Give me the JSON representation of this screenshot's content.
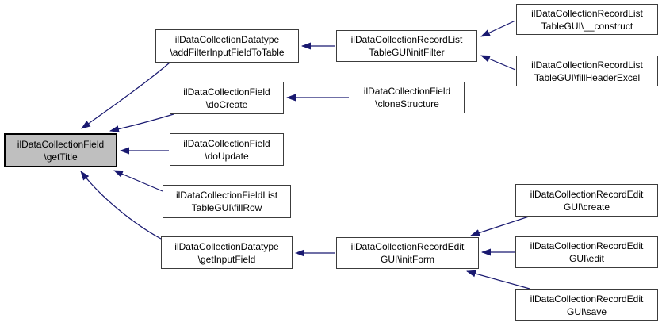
{
  "diagram": {
    "type": "call-graph",
    "description": "Caller graph for ilDataCollectionField\\getTitle",
    "colors": {
      "edge": "#191970",
      "node_border": "#3c3c3c",
      "node_fill": "#ffffff",
      "highlight_fill": "#bfbfbf",
      "highlight_border": "#000000",
      "text": "#000000",
      "background": "#ffffff"
    },
    "nodes": [
      {
        "id": "getTitle",
        "label": "ilDataCollectionField\\getTitle",
        "line1": "ilDataCollectionField",
        "line2": "\\getTitle",
        "highlighted": true
      },
      {
        "id": "addFilterInputFieldToTable",
        "label": "ilDataCollectionDatatype\\addFilterInputFieldToTable",
        "line1": "ilDataCollectionDatatype",
        "line2": "\\addFilterInputFieldToTable",
        "highlighted": false
      },
      {
        "id": "doCreate",
        "label": "ilDataCollectionField\\doCreate",
        "line1": "ilDataCollectionField",
        "line2": "\\doCreate",
        "highlighted": false
      },
      {
        "id": "doUpdate",
        "label": "ilDataCollectionField\\doUpdate",
        "line1": "ilDataCollectionField",
        "line2": "\\doUpdate",
        "highlighted": false
      },
      {
        "id": "fillRow",
        "label": "ilDataCollectionFieldListTableGUI\\fillRow",
        "line1": "ilDataCollectionFieldList",
        "line2": "TableGUI\\fillRow",
        "highlighted": false
      },
      {
        "id": "getInputField",
        "label": "ilDataCollectionDatatype\\getInputField",
        "line1": "ilDataCollectionDatatype",
        "line2": "\\getInputField",
        "highlighted": false
      },
      {
        "id": "initFilter",
        "label": "ilDataCollectionRecordListTableGUI\\initFilter",
        "line1": "ilDataCollectionRecordList",
        "line2": "TableGUI\\initFilter",
        "highlighted": false
      },
      {
        "id": "cloneStructure",
        "label": "ilDataCollectionField\\cloneStructure",
        "line1": "ilDataCollectionField",
        "line2": "\\cloneStructure",
        "highlighted": false
      },
      {
        "id": "initForm",
        "label": "ilDataCollectionRecordEditGUI\\initForm",
        "line1": "ilDataCollectionRecordEdit",
        "line2": "GUI\\initForm",
        "highlighted": false
      },
      {
        "id": "construct",
        "label": "ilDataCollectionRecordListTableGUI\\__construct",
        "line1": "ilDataCollectionRecordList",
        "line2": "TableGUI\\__construct",
        "highlighted": false
      },
      {
        "id": "fillHeaderExcel",
        "label": "ilDataCollectionRecordListTableGUI\\fillHeaderExcel",
        "line1": "ilDataCollectionRecordList",
        "line2": "TableGUI\\fillHeaderExcel",
        "highlighted": false
      },
      {
        "id": "create",
        "label": "ilDataCollectionRecordEditGUI\\create",
        "line1": "ilDataCollectionRecordEdit",
        "line2": "GUI\\create",
        "highlighted": false
      },
      {
        "id": "edit",
        "label": "ilDataCollectionRecordEditGUI\\edit",
        "line1": "ilDataCollectionRecordEdit",
        "line2": "GUI\\edit",
        "highlighted": false
      },
      {
        "id": "save",
        "label": "ilDataCollectionRecordEditGUI\\save",
        "line1": "ilDataCollectionRecordEdit",
        "line2": "GUI\\save",
        "highlighted": false
      }
    ],
    "edges": [
      {
        "from": "addFilterInputFieldToTable",
        "to": "getTitle"
      },
      {
        "from": "doCreate",
        "to": "getTitle"
      },
      {
        "from": "doUpdate",
        "to": "getTitle"
      },
      {
        "from": "fillRow",
        "to": "getTitle"
      },
      {
        "from": "getInputField",
        "to": "getTitle"
      },
      {
        "from": "initFilter",
        "to": "addFilterInputFieldToTable"
      },
      {
        "from": "construct",
        "to": "initFilter"
      },
      {
        "from": "fillHeaderExcel",
        "to": "initFilter"
      },
      {
        "from": "cloneStructure",
        "to": "doCreate"
      },
      {
        "from": "initForm",
        "to": "getInputField"
      },
      {
        "from": "create",
        "to": "initForm"
      },
      {
        "from": "edit",
        "to": "initForm"
      },
      {
        "from": "save",
        "to": "initForm"
      }
    ]
  }
}
